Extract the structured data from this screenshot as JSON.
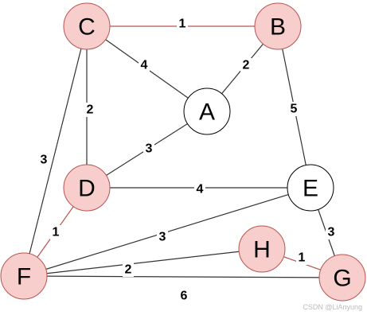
{
  "nodes": [
    {
      "id": "C",
      "label": "C",
      "highlighted": true
    },
    {
      "id": "B",
      "label": "B",
      "highlighted": true
    },
    {
      "id": "A",
      "label": "A",
      "highlighted": false
    },
    {
      "id": "E",
      "label": "E",
      "highlighted": false
    },
    {
      "id": "D",
      "label": "D",
      "highlighted": true
    },
    {
      "id": "H",
      "label": "H",
      "highlighted": true
    },
    {
      "id": "F",
      "label": "F",
      "highlighted": true
    },
    {
      "id": "G",
      "label": "G",
      "highlighted": true
    }
  ],
  "edges": [
    {
      "from": "C",
      "to": "B",
      "weight": "1",
      "highlighted": true
    },
    {
      "from": "C",
      "to": "A",
      "weight": "4",
      "highlighted": false
    },
    {
      "from": "B",
      "to": "A",
      "weight": "2",
      "highlighted": false
    },
    {
      "from": "C",
      "to": "D",
      "weight": "2",
      "highlighted": false
    },
    {
      "from": "C",
      "to": "F",
      "weight": "3",
      "highlighted": false
    },
    {
      "from": "B",
      "to": "E",
      "weight": "5",
      "highlighted": false
    },
    {
      "from": "A",
      "to": "D",
      "weight": "3",
      "highlighted": false
    },
    {
      "from": "D",
      "to": "E",
      "weight": "4",
      "highlighted": false
    },
    {
      "from": "D",
      "to": "F",
      "weight": "1",
      "highlighted": true
    },
    {
      "from": "E",
      "to": "F",
      "weight": "3",
      "highlighted": false
    },
    {
      "from": "E",
      "to": "G",
      "weight": "3",
      "highlighted": false
    },
    {
      "from": "H",
      "to": "G",
      "weight": "1",
      "highlighted": true
    },
    {
      "from": "F",
      "to": "H",
      "weight": "2",
      "highlighted": false
    },
    {
      "from": "F",
      "to": "G",
      "weight": "6",
      "highlighted": false
    }
  ],
  "colors": {
    "highlight_fill": "#f8cecc",
    "highlight_stroke": "#b85450",
    "highlight_edge": "#b85450",
    "normal_fill": "#ffffff",
    "normal_stroke": "#000000",
    "normal_edge": "#333333"
  },
  "watermark": "CSDN @LiAnyung"
}
